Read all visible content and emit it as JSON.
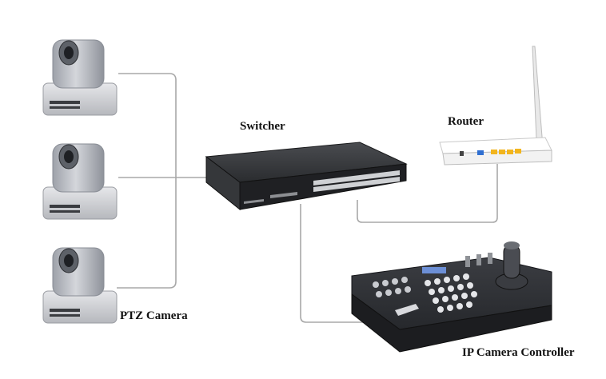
{
  "labels": {
    "switcher": "Switcher",
    "router": "Router",
    "ptz_camera": "PTZ Camera",
    "ip_camera_controller": "IP Camera Controller"
  },
  "colors": {
    "cable": "#a8a8a8",
    "camera_body": "#b9bcc3",
    "camera_base": "#d8dadf",
    "switch_body": "#2b2d30",
    "router_body": "#f4f4f4",
    "router_port": "#f2b51d",
    "controller_body": "#2e3035"
  },
  "devices": {
    "cameras": [
      "ptz-camera-1",
      "ptz-camera-2",
      "ptz-camera-3"
    ],
    "switch": "network-switch",
    "router": "wifi-router",
    "controller": "ip-camera-controller"
  }
}
